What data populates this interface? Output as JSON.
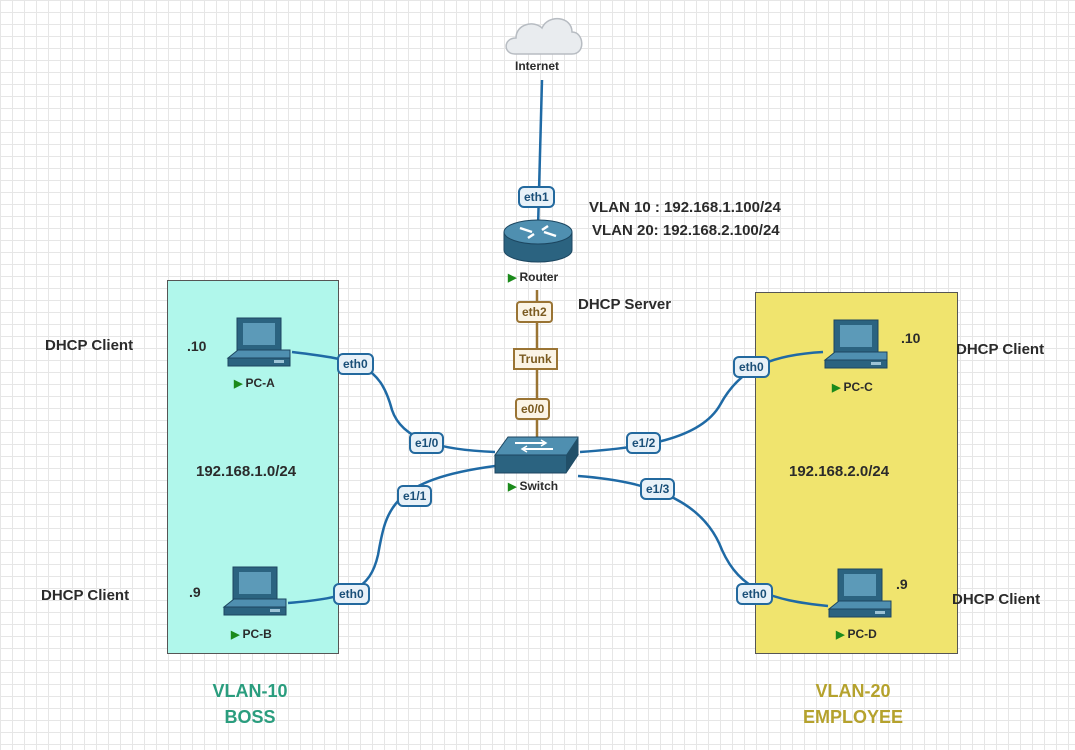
{
  "internet_label": "Internet",
  "router": {
    "label": "Router",
    "vlan10_ip": "VLAN 10 : 192.168.1.100/24",
    "vlan20_ip": "VLAN 20: 192.168.2.100/24",
    "role": "DHCP Server"
  },
  "switch": {
    "label": "Switch"
  },
  "trunk_label": "Trunk",
  "ports": {
    "router_eth1": "eth1",
    "router_eth2": "eth2",
    "switch_e0_0": "e0/0",
    "switch_e1_0": "e1/0",
    "switch_e1_1": "e1/1",
    "switch_e1_2": "e1/2",
    "switch_e1_3": "e1/3",
    "pca_eth0": "eth0",
    "pcb_eth0": "eth0",
    "pcc_eth0": "eth0",
    "pcd_eth0": "eth0"
  },
  "pcs": {
    "a": {
      "label": "PC-A",
      "host": ".10",
      "role": "DHCP Client"
    },
    "b": {
      "label": "PC-B",
      "host": ".9",
      "role": "DHCP Client"
    },
    "c": {
      "label": "PC-C",
      "host": ".10",
      "role": "DHCP Client"
    },
    "d": {
      "label": "PC-D",
      "host": ".9",
      "role": "DHCP Client"
    }
  },
  "vlan10": {
    "subnet": "192.168.1.0/24",
    "name": "VLAN-10",
    "group": "BOSS",
    "color": "#b0f7eb"
  },
  "vlan20": {
    "subnet": "192.168.2.0/24",
    "name": "VLAN-20",
    "group": "EMPLOYEE",
    "color": "#f0e46e"
  },
  "colors": {
    "link": "#1f6aa5",
    "trunk": "#9a7434",
    "device": "#2f6d8e"
  },
  "icons": [
    "cloud-icon",
    "router-icon",
    "switch-icon",
    "pc-icon",
    "play-icon"
  ]
}
